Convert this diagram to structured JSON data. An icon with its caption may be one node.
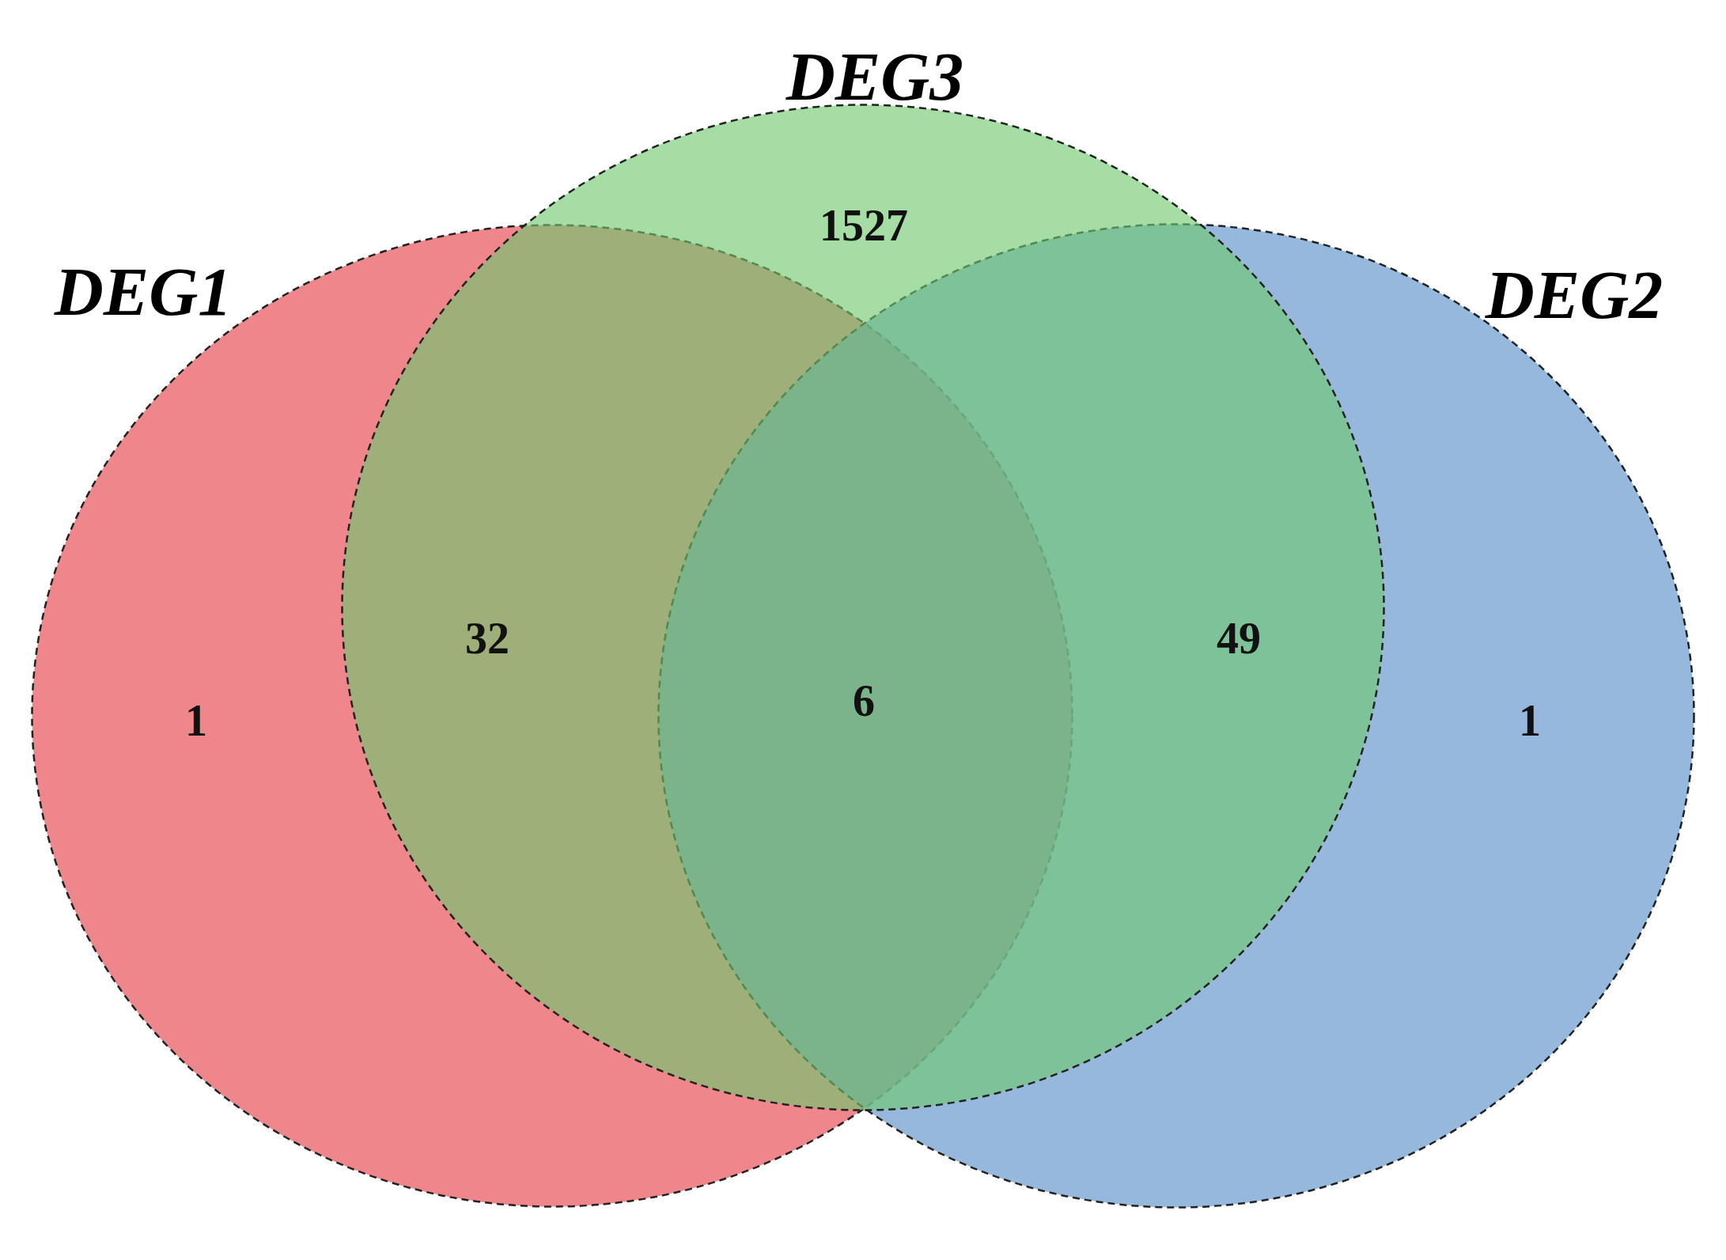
{
  "diagram": {
    "nodes": [
      {
        "text": [
          "DEG1",
          "1"
        ]
      },
      {
        "text": [
          "DEG3",
          "1527"
        ]
      },
      {
        "text": [
          "DEG2",
          "1"
        ]
      }
    ],
    "labels": [
      "32",
      "6",
      "49"
    ]
  }
}
